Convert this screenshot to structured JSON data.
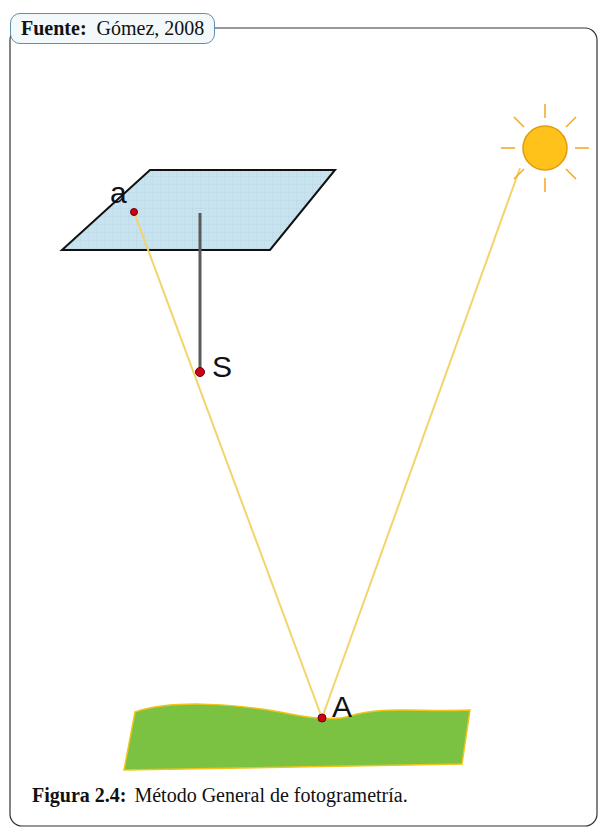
{
  "diagram": {
    "caption": "Método General de fotogrametría.",
    "nodes": [
      {
        "text": [
          "Fuente:",
          "Gómez, 2008"
        ]
      }
    ],
    "labels": [
      "a",
      "S",
      "A",
      "Figura 2.4:"
    ]
  }
}
